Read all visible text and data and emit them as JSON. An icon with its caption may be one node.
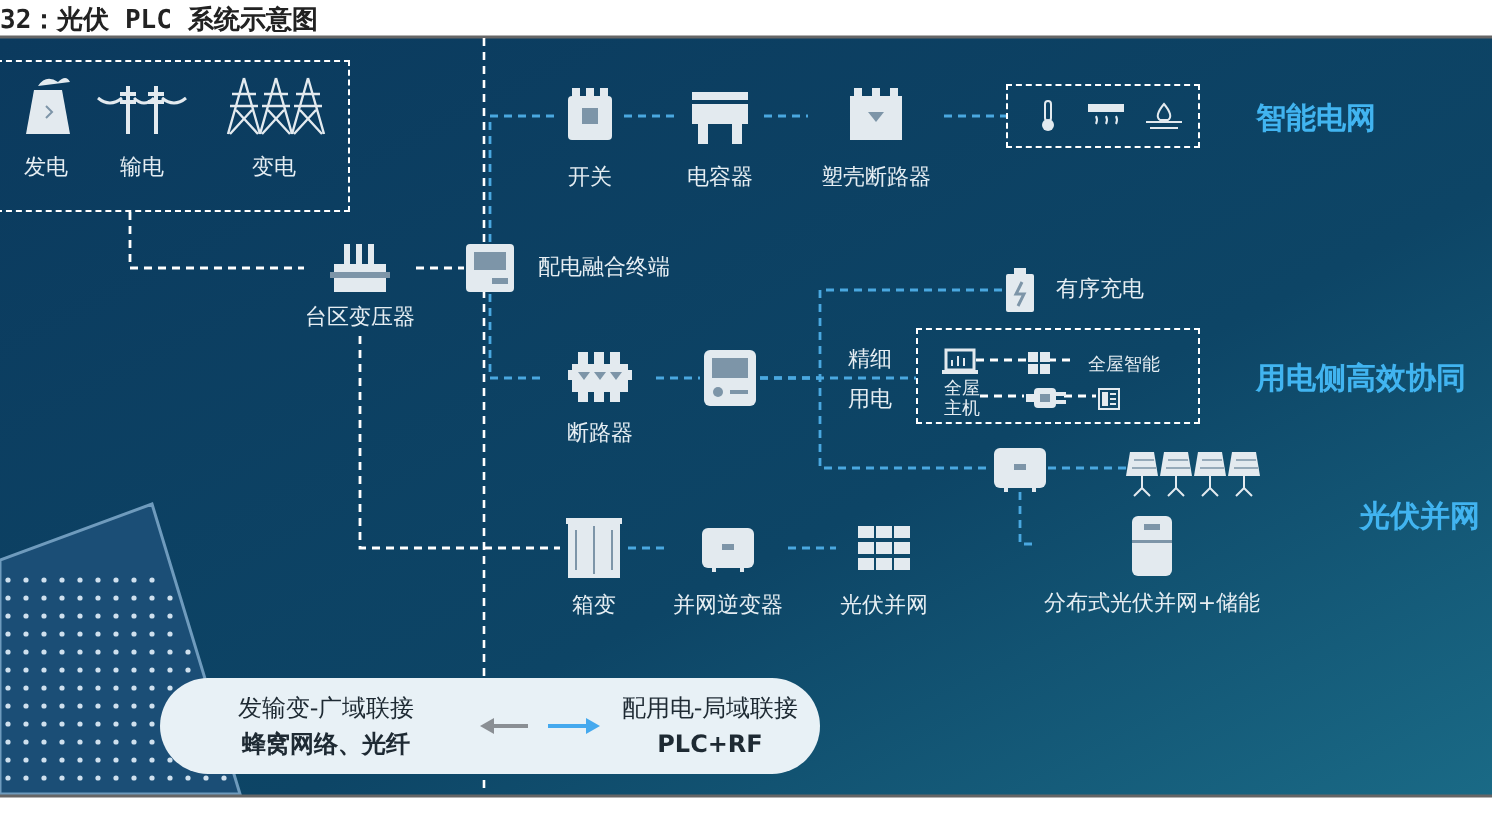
{
  "diagram": {
    "title": "32：光伏 PLC 系统示意图",
    "nodes": [
      {
        "text": [],
        "shape": "box"
      },
      {
        "text": [
          "发电"
        ],
        "in": 0
      },
      {
        "text": [
          "输电"
        ],
        "in": 0
      },
      {
        "text": [
          "变电"
        ],
        "in": 0
      },
      {
        "text": [
          "台区变压器"
        ]
      },
      {
        "text": [
          "配电融合终端"
        ]
      },
      {
        "text": [
          "开关"
        ]
      },
      {
        "text": [
          "电容器"
        ]
      },
      {
        "text": [
          "塑壳断路器"
        ]
      },
      {
        "text": [],
        "shape": "box"
      },
      {
        "text": [
          "断路器"
        ]
      },
      {
        "text": [],
        "shape": "picture"
      },
      {
        "text": [
          "有序充电"
        ]
      },
      {
        "text": [],
        "shape": "box"
      },
      {
        "text": [],
        "shape": "picture",
        "in": 13
      },
      {
        "text": [],
        "shape": "picture",
        "in": 13
      },
      {
        "text": [
          "全屋智能"
        ],
        "in": 13
      },
      {
        "text": [
          "全屋主机"
        ],
        "in": 13
      },
      {
        "text": [],
        "shape": "picture",
        "in": 13
      },
      {
        "text": [],
        "shape": "picture",
        "in": 13
      },
      {
        "text": [],
        "shape": "picture"
      },
      {
        "text": [],
        "shape": "picture"
      },
      {
        "text": [
          "分布式光伏并网+储能"
        ]
      },
      {
        "text": [
          "箱变"
        ]
      },
      {
        "text": [
          "并网逆变器"
        ]
      },
      {
        "text": [
          "光伏并网"
        ]
      },
      {
        "text": [
          "发输变-广域联接",
          "蜂窝网络、光纤",
          "配用电-局域联接",
          "PLC+RF"
        ]
      }
    ],
    "edges": [
      {
        "from": 0,
        "to": 4,
        "arrow": "none",
        "color": "#ffffff"
      },
      {
        "from": 4,
        "to": 5,
        "arrow": "none",
        "color": "#ffffff"
      },
      {
        "from": 4,
        "to": 23,
        "arrow": "none",
        "color": "#ffffff"
      },
      {
        "from": 5,
        "to": 6,
        "arrow": "none"
      },
      {
        "from": 5,
        "to": 10,
        "arrow": "none"
      },
      {
        "from": 6,
        "to": 7,
        "arrow": "none"
      },
      {
        "from": 7,
        "to": 8,
        "arrow": "none"
      },
      {
        "from": 8,
        "to": 9,
        "arrow": "none"
      },
      {
        "from": 10,
        "to": 11,
        "arrow": "none"
      },
      {
        "from": 11,
        "to": 12,
        "arrow": "none"
      },
      {
        "from": 11,
        "to": 13,
        "arrow": "none"
      },
      {
        "from": 11,
        "to": 20,
        "arrow": "none"
      },
      {
        "from": 14,
        "to": 15,
        "arrow": "none",
        "color": "#ffffff"
      },
      {
        "from": 15,
        "to": 16,
        "arrow": "none",
        "color": "#ffffff"
      },
      {
        "from": 17,
        "to": 18,
        "arrow": "none",
        "color": "#ffffff"
      },
      {
        "from": 18,
        "to": 19,
        "arrow": "none",
        "color": "#ffffff"
      },
      {
        "from": 20,
        "to": 21,
        "arrow": "none"
      },
      {
        "from": 20,
        "to": 22,
        "arrow": "none"
      },
      {
        "from": 23,
        "to": 24,
        "arrow": "none"
      },
      {
        "from": 24,
        "to": 25,
        "arrow": "none"
      }
    ],
    "labels": [
      "智能电网",
      "精细用电",
      "用电侧高效协同",
      "光伏并网"
    ]
  }
}
